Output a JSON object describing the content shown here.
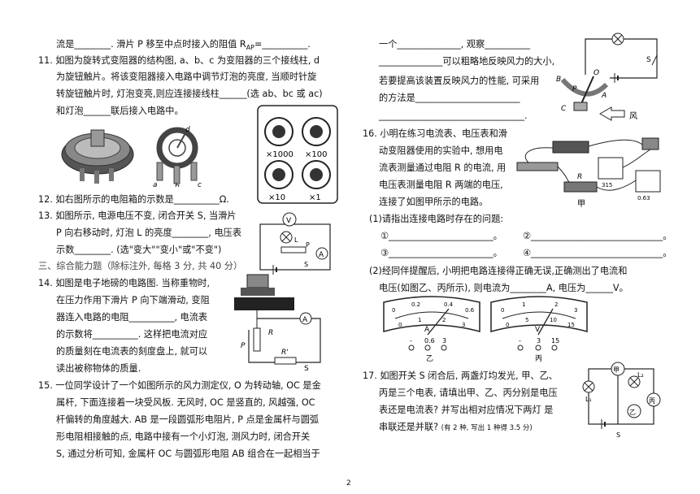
{
  "left": {
    "l01": "流是________. 滑片 P 移至中点时接入的阻值 R",
    "l01b": "AP",
    "l01c": "=__________.",
    "q11": [
      "11.  如图为旋转式变阻器的结构图, a、b、c 为变阻器的三个接线柱, d",
      "为旋钮触片。将该变阻器接入电路中调节灯泡的亮度, 当顺时针旋",
      "转旋钮触片时, 灯泡变亮,则应连接接线柱______(选 ab、bc 或 ac)",
      "和灯泡______联后接入电路中。"
    ],
    "q12": "12.  如右图所示的电阻箱的示数是__________Ω.",
    "q13": [
      "13.  如图所示, 电源电压不变, 闭合开关 S, 当滑片",
      "P 向右移动时, 灯泡 L 的亮度________, 电压表",
      "示数________. (选\"变大\"\"变小\"或\"不变\")"
    ],
    "section": "三、综合能力题（除标注外, 每格 3 分, 共 40 分）",
    "q14": [
      "14.  如图是电子地磅的电路图. 当称重物时,",
      "在压力作用下滑片 P 向下端滑动, 变阻",
      "器连入电路的电阻__________, 电流表",
      "的示数将__________. 这样把电流对应",
      "的质量刻在电流表的刻度盘上, 就可以",
      "读出被称物体的质量."
    ],
    "q15": [
      "15.  一位同学设计了一个如图所示的风力测定仪, O 为转动轴, OC 是金",
      "属杆, 下面连接着一块受风板. 无风时, OC 是竖直的, 风越强, OC",
      "杆偏转的角度越大. AB 是一段圆弧形电阻片, P 点是金属杆与圆弧",
      "形电阻相接触的点, 电路中接有一个小灯泡, 测风力时, 闭合开关",
      "S, 通过分析可知, 金属杆 OC 与圆弧形电阻 AB 组合在一起相当于"
    ]
  },
  "right": {
    "q15c": [
      "一个______________, 观察__________",
      "______________可以粗略地反映风力的大小,",
      "若要提高该装置反映风力的性能, 可采用",
      "的方法是_______________________",
      "________________________________."
    ],
    "q16": [
      "16.  小明在练习电流表、电压表和滑",
      "动变阻器使用的实验中, 想用电",
      "流表测量通过电阻 R 的电流, 用",
      "电压表测量电阻 R 两端的电压,",
      "连接了如图甲所示的电路。"
    ],
    "q16_1": "(1)请指出连接电路时存在的问题:",
    "blanks": [
      "①_______________________。",
      "②_____________________________。",
      "③_______________________。",
      "④_____________________________。"
    ],
    "q16_2": [
      "(2)经同伴提醒后, 小明把电路连接得正确无误,正确测出了电流和",
      "电压(如图乙、丙所示), 则电流为________A, 电压为______V。"
    ],
    "q17": [
      "17.  如图开关 S 闭合后, 两盏灯均发光, 甲、乙、",
      "丙是三个电表, 请填出甲、乙、丙分别是电压",
      "表还是电流表? 并写出相对应情况下两灯  是",
      "串联还是并联?"
    ],
    "q17_note": "(有 2 种, 写出 1 种得 3.5 分)"
  },
  "figures": {
    "box_labels": [
      "×1000",
      "×100",
      "×10",
      "×1"
    ],
    "pot_labels": [
      "a",
      "b",
      "c",
      "d"
    ],
    "fig13_labels": [
      "V",
      "L",
      "P",
      "A",
      "S"
    ],
    "fig14_labels": [
      "A",
      "R",
      "P",
      "R'",
      "S"
    ],
    "fig15_labels": [
      "S",
      "B",
      "O",
      "P",
      "A",
      "C",
      "风"
    ],
    "fig16_labels": [
      "R",
      "甲",
      "315",
      "0.63"
    ],
    "meter_yi": {
      "label": "乙",
      "unit": "A",
      "scale_top": [
        "0",
        "0.2",
        "0.4",
        "0.6"
      ],
      "scale_bottom": [
        "0",
        "1",
        "2",
        "3"
      ],
      "terminals": [
        "-",
        "0.6",
        "3"
      ]
    },
    "meter_bing": {
      "label": "丙",
      "unit": "V",
      "scale_top": [
        "0",
        "1",
        "2",
        "3"
      ],
      "scale_bottom": [
        "0",
        "5",
        "10",
        "15"
      ],
      "terminals": [
        "-",
        "3",
        "15"
      ]
    },
    "fig17_labels": [
      "甲",
      "L₂",
      "L₁",
      "丙",
      "乙",
      "S"
    ]
  },
  "page_number": "2"
}
